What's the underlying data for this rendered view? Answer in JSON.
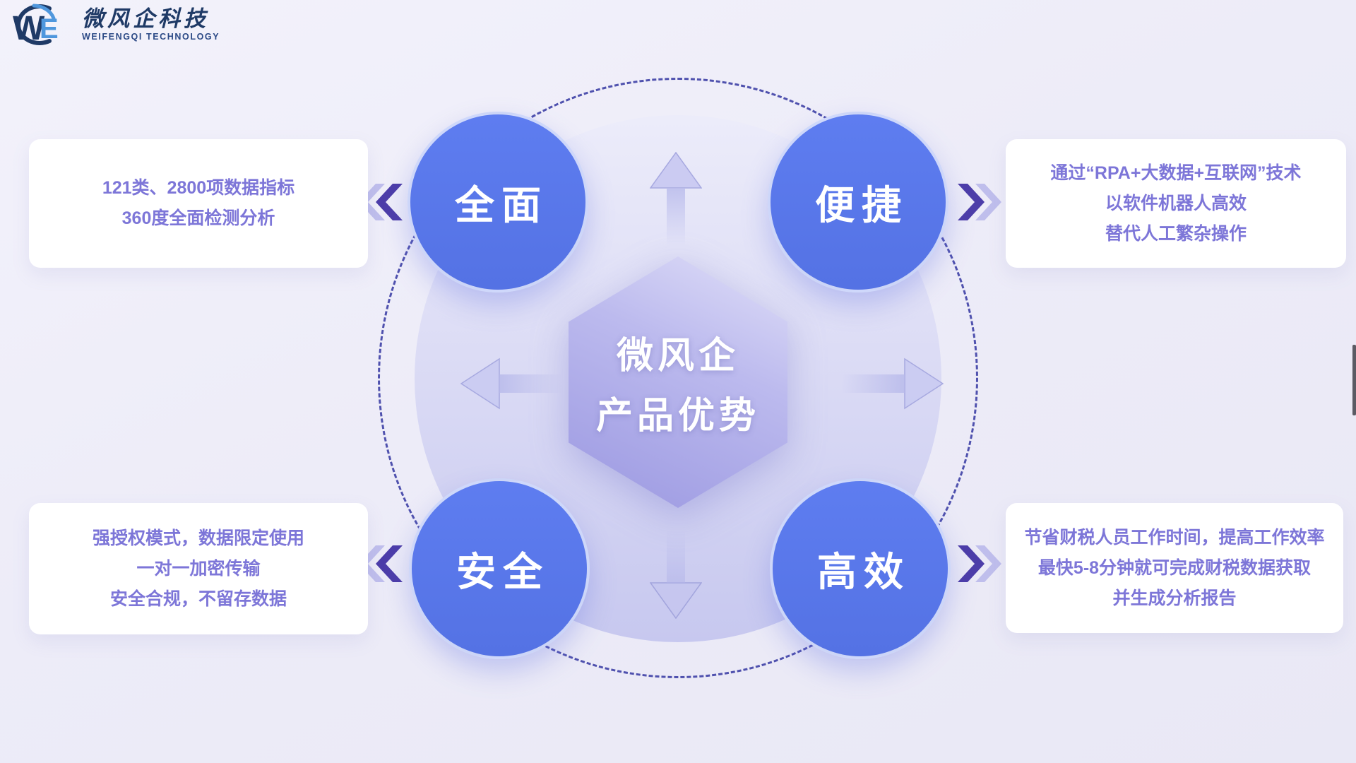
{
  "logo": {
    "monogram": "WE",
    "company_name_zh": "微风企科技",
    "company_name_en": "WEIFENGQI TECHNOLOGY"
  },
  "center": {
    "title_line1": "微风企",
    "title_line2": "产品优势"
  },
  "advantages": [
    {
      "id": "comprehensive",
      "label": "全面",
      "position": "top-left",
      "desc_lines": [
        "121类、2800项数据指标",
        "360度全面检测分析"
      ]
    },
    {
      "id": "convenient",
      "label": "便捷",
      "position": "top-right",
      "desc_lines": [
        "通过“RPA+大数据+互联网”技术",
        "以软件机器人高效",
        "替代人工繁杂操作"
      ]
    },
    {
      "id": "secure",
      "label": "安全",
      "position": "bottom-left",
      "desc_lines": [
        "强授权模式，数据限定使用",
        "一对一加密传输",
        "安全合规，不留存数据"
      ]
    },
    {
      "id": "efficient",
      "label": "高效",
      "position": "bottom-right",
      "desc_lines": [
        "节省财税人员工作时间，提高工作效率",
        "最快5-8分钟就可完成财税数据获取",
        "并生成分析报告"
      ]
    }
  ],
  "colors": {
    "accent_blue": "#5a78e9",
    "text_purple": "#7d76d8",
    "chevron_dark": "#4c3da9",
    "chevron_light": "#bfbeec",
    "dashed_orbit": "#4f51ae",
    "logo_navy": "#1f3a66",
    "logo_light_blue": "#4f97dd",
    "background": "#edecf8"
  }
}
